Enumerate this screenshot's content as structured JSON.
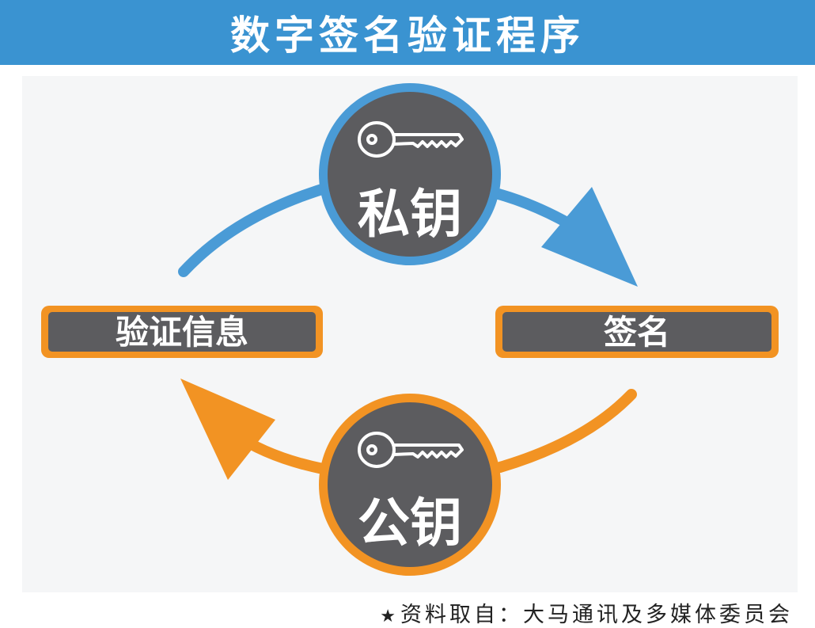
{
  "title": "数字签名验证程序",
  "nodes": {
    "private_key": {
      "label": "私钥",
      "icon": "key-icon"
    },
    "public_key": {
      "label": "公钥",
      "icon": "key-icon"
    },
    "verify": {
      "label": "验证信息"
    },
    "sign": {
      "label": "签名"
    }
  },
  "source": "资料取自：大马通讯及多媒体委员会",
  "colors": {
    "header": "#3a93d1",
    "blue_ring": "#4a9bd6",
    "orange": "#f29323",
    "dark": "#5c5c5f",
    "panel": "#f5f6f7"
  }
}
